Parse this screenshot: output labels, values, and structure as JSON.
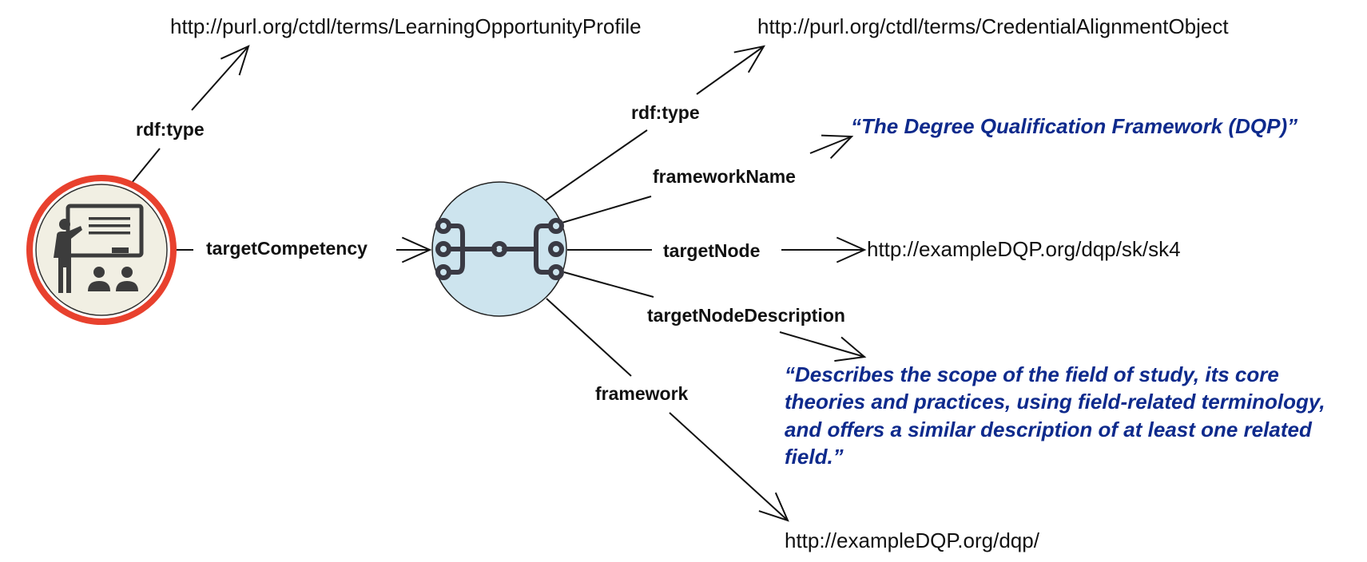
{
  "colors": {
    "edge": "#111111",
    "literal": "#0e2a8c",
    "profile_ring": "#e8412e",
    "profile_fill": "#f1efe3",
    "alignment_fill": "#cde4ee",
    "icon": "#3c3c3c"
  },
  "nodes": {
    "profile": {
      "icon": "teacher-presentation-icon"
    },
    "alignment": {
      "icon": "framework-tree-icon"
    }
  },
  "targets": {
    "profile_type_uri": "http://purl.org/ctdl/terms/LearningOpportunityProfile",
    "alignment_type_uri": "http://purl.org/ctdl/terms/CredentialAlignmentObject",
    "framework_name_literal": "“The Degree Qualification Framework (DQP)”",
    "target_node_uri": "http://exampleDQP.org/dqp/sk/sk4",
    "target_node_description_literal": "“Describes the scope of the field of study, its core theories and practices, using field-related terminology, and offers a similar description of at least one related field.”",
    "framework_uri": "http://exampleDQP.org/dqp/"
  },
  "edges": {
    "profile_rdf_type": "rdf:type",
    "target_competency": "targetCompetency",
    "alignment_rdf_type": "rdf:type",
    "framework_name": "frameworkName",
    "target_node": "targetNode",
    "target_node_description": "targetNodeDescription",
    "framework": "framework"
  }
}
